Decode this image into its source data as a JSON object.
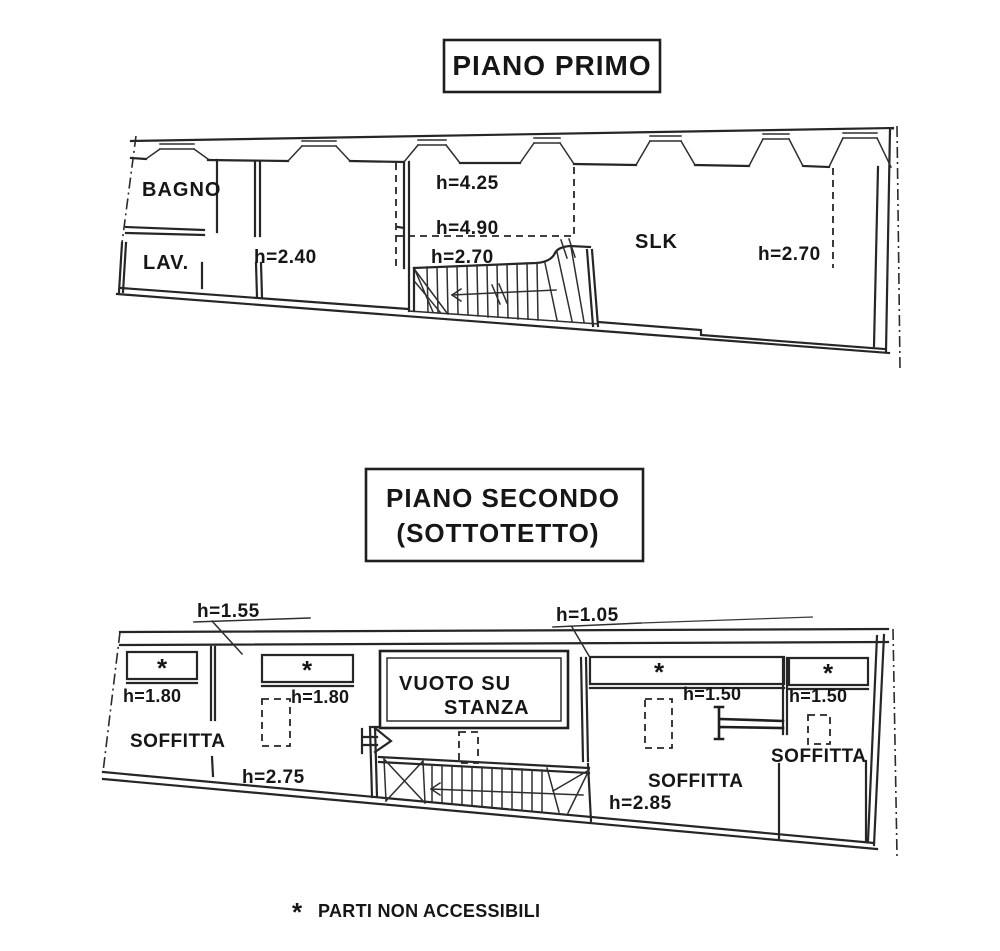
{
  "titles": {
    "floor1": "PIANO PRIMO",
    "floor2_line1": "PIANO SECONDO",
    "floor2_line2": "(SOTTOTETTO)"
  },
  "floor1": {
    "rooms": {
      "bagno": "BAGNO",
      "lav": "LAV.",
      "slk": "SLK"
    },
    "heights": {
      "h240": "h=2.40",
      "h425": "h=4.25",
      "h490": "h=4.90",
      "h270a": "h=2.70",
      "h270b": "h=2.70"
    }
  },
  "floor2": {
    "rooms": {
      "vuoto_line1": "VUOTO SU",
      "vuoto_line2": "STANZA",
      "soffitta1": "SOFFITTA",
      "soffitta2": "SOFFITTA",
      "soffitta3": "SOFFITTA"
    },
    "heights": {
      "h155": "h=1.55",
      "h105": "h=1.05",
      "h180a": "h=1.80",
      "h180b": "h=1.80",
      "h150a": "h=1.50",
      "h150b": "h=1.50",
      "h275": "h=2.75",
      "h285": "h=2.85"
    },
    "asterisk": "*"
  },
  "legend": {
    "symbol": "*",
    "text": "PARTI NON ACCESSIBILI"
  },
  "colors": {
    "ink": "#262626",
    "paper": "#ffffff"
  }
}
